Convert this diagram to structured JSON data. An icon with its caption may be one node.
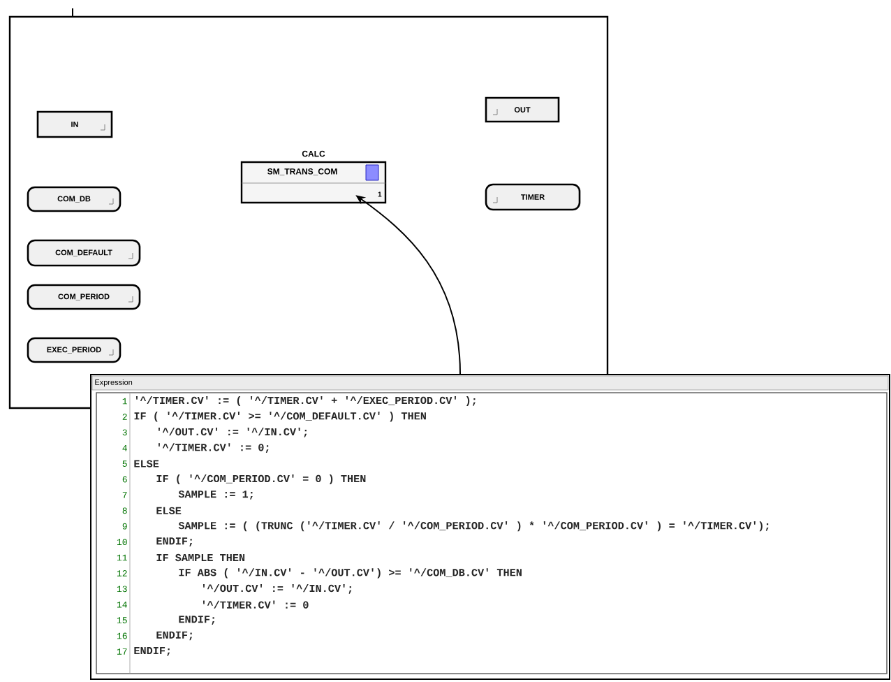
{
  "diagram": {
    "nodes": [
      {
        "text": [
          "IN"
        ]
      },
      {
        "text": [
          "COM_DB"
        ]
      },
      {
        "text": [
          "COM_DEFAULT"
        ]
      },
      {
        "text": [
          "COM_PERIOD"
        ]
      },
      {
        "text": [
          "EXEC_PERIOD"
        ]
      },
      {
        "text": [
          "OUT"
        ]
      },
      {
        "text": [
          "TIMER"
        ]
      },
      {
        "text": [
          "CALC",
          "SM_TRANS_COM",
          "1"
        ]
      },
      {
        "text": [
          "Expression",
          "'^/TIMER.CV' :=  ( '^/TIMER.CV' + '^/EXEC_PERIOD.CV' );",
          "IF  ( '^/TIMER.CV' >= '^/COM_DEFAULT.CV' ) THEN",
          "'^/OUT.CV' := '^/IN.CV';",
          "'^/TIMER.CV' := 0;",
          "ELSE",
          "IF  ( '^/COM_PERIOD.CV' = 0 ) THEN",
          "SAMPLE := 1;",
          "ELSE",
          "SAMPLE  := ( (TRUNC ('^/TIMER.CV' / '^/COM_PERIOD.CV' )  * '^/COM_PERIOD.CV' )  = '^/TIMER.CV');",
          "ENDIF;",
          "IF SAMPLE  THEN",
          "IF ABS ( '^/IN.CV' - '^/OUT.CV') >= '^/COM_DB.CV' THEN",
          "'^/OUT.CV' := '^/IN.CV';",
          "'^/TIMER.CV' := 0",
          "ENDIF;",
          "ENDIF;",
          "ENDIF;"
        ]
      }
    ],
    "edges": [
      {
        "from": 8,
        "to": 7,
        "arrow": "to"
      }
    ],
    "labels": [
      "1",
      "2",
      "3",
      "4",
      "5",
      "6",
      "7",
      "8",
      "9",
      "10",
      "11",
      "12",
      "13",
      "14",
      "15",
      "16",
      "17"
    ]
  }
}
